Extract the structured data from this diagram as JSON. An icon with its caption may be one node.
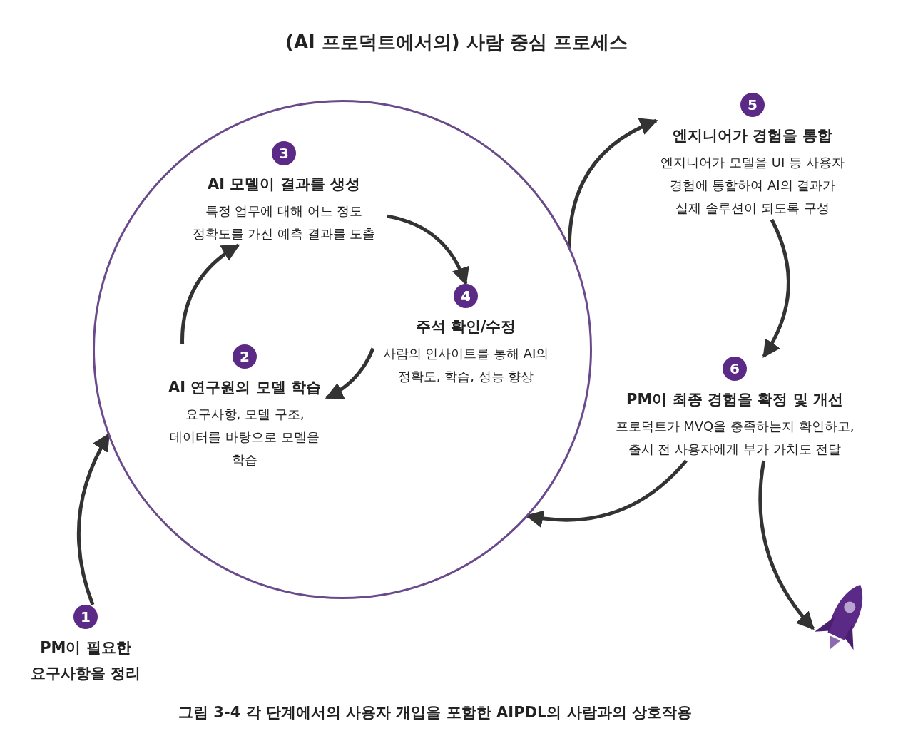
{
  "diagram": {
    "title": "(AI 프로덕트에서의) 사람 중심 프로세스",
    "caption": "그림 3-4 각 단계에서의 사용자 개입을 포함한 AIPDL의 사람과의 상호작용",
    "nodes": [
      {
        "text": [],
        "shape": "circle"
      },
      {
        "text": [
          "1",
          "PM이 필요한 요구사항을 정리"
        ]
      },
      {
        "text": [
          "2",
          "AI 연구원의 모델 학습",
          "요구사항, 모델 구조, 데이터를 바탕으로 모델을 학습"
        ],
        "in": 0
      },
      {
        "text": [
          "3",
          "AI 모델이 결과를 생성",
          "특정 업무에 대해 어느 정도 정확도를 가진 예측 결과를 도출"
        ],
        "in": 0
      },
      {
        "text": [
          "4",
          "주석 확인/수정",
          "사람의 인사이트를 통해 AI의 정확도, 학습, 성능 향상"
        ],
        "in": 0
      },
      {
        "text": [
          "5",
          "엔지니어가 경험을 통합",
          "엔지니어가 모델을 UI 등 사용자 경험에 통합하여 AI의 결과가 실제 솔루션이 되도록 구성"
        ]
      },
      {
        "text": [
          "6",
          "PM이 최종 경험을 확정 및 개선",
          "프로덕트가 MVQ을 충족하는지 확인하고, 출시 전 사용자에게 부가 가치도 전달"
        ]
      },
      {
        "text": [],
        "shape": "picture"
      }
    ],
    "edges": [
      {
        "from": 1,
        "to": 0,
        "arrow": "to"
      },
      {
        "from": 2,
        "to": 3,
        "arrow": "to"
      },
      {
        "from": 3,
        "to": 4,
        "arrow": "to"
      },
      {
        "from": 4,
        "to": 2,
        "arrow": "to"
      },
      {
        "from": 0,
        "to": 5,
        "arrow": "to"
      },
      {
        "from": 5,
        "to": 6,
        "arrow": "to"
      },
      {
        "from": 6,
        "to": 0,
        "arrow": "to"
      },
      {
        "from": 6,
        "to": 7,
        "arrow": "to"
      }
    ]
  }
}
